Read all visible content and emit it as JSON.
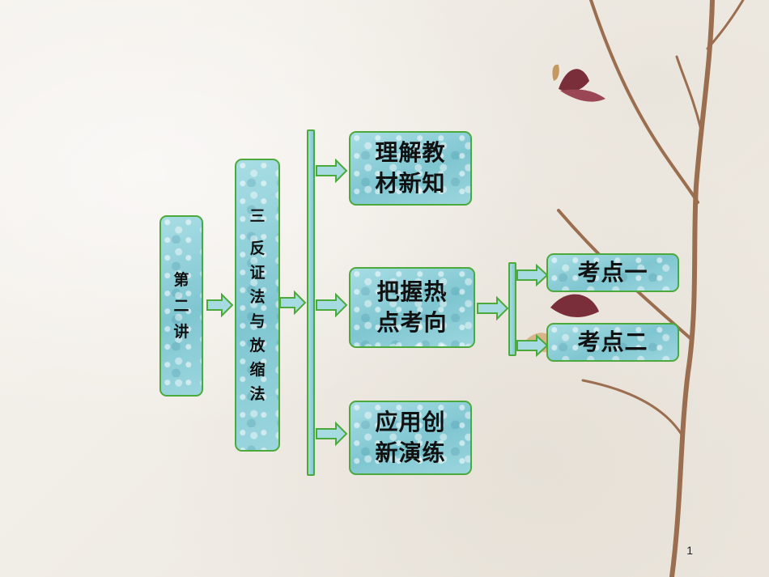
{
  "lecture": [
    "第",
    "二",
    "讲"
  ],
  "section": [
    "三",
    "反",
    "证",
    "法",
    "与",
    "放",
    "缩",
    "法"
  ],
  "modules": {
    "understand": [
      "理解教",
      "材新知"
    ],
    "grasp": [
      "把握热",
      "点考向"
    ],
    "practice": [
      "应用创",
      "新演练"
    ]
  },
  "points": {
    "one": "考点一",
    "two": "考点二"
  },
  "page_number": "1",
  "colors": {
    "box_fill": "#8ccfd8",
    "box_border": "#4caa3c",
    "background": "#f2eee8"
  }
}
